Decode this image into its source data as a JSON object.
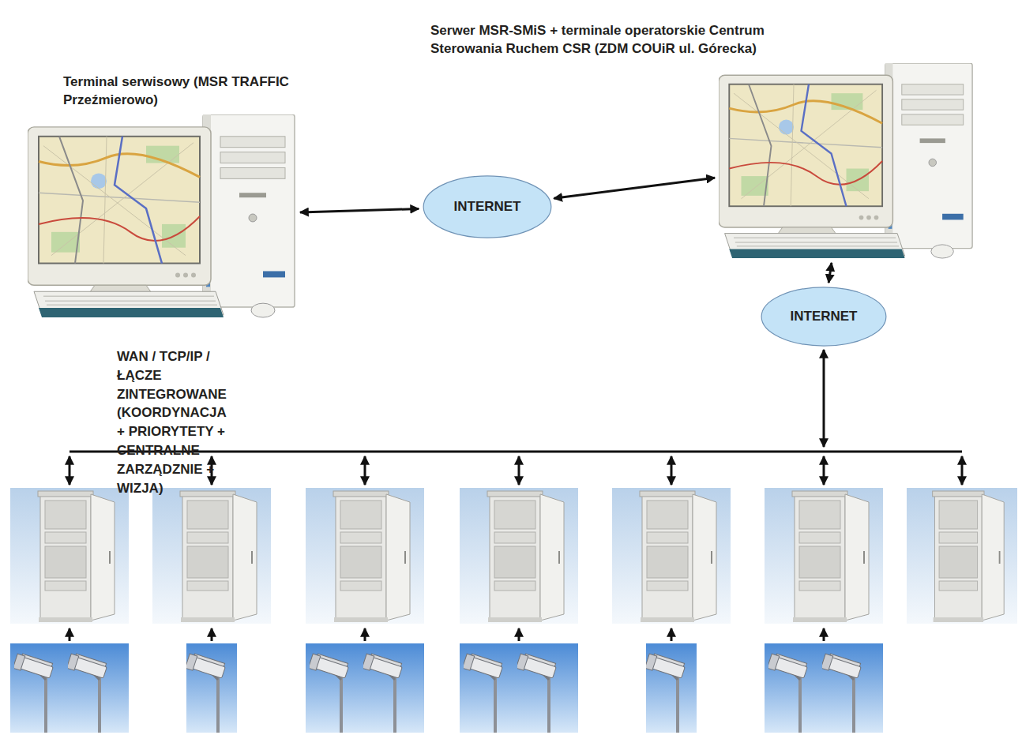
{
  "diagram": {
    "nodes": [
      {
        "text": [
          "Serwer MSR-SMiS + terminale operatorskie Centrum Sterowania Ruchem CSR (ZDM COUiR ul. Górecka)"
        ]
      },
      {
        "text": [
          "Terminal serwisowy (MSR TRAFFIC Przeźmierowo)"
        ]
      },
      {
        "text": [
          "INTERNET"
        ]
      },
      {
        "text": [
          "INTERNET"
        ]
      }
    ],
    "edges": [
      {
        "from": 1,
        "to": 2,
        "arrow": "both"
      },
      {
        "from": 2,
        "to": 0,
        "arrow": "both"
      },
      {
        "from": 0,
        "to": 3,
        "arrow": "both"
      }
    ],
    "labels": [
      "WAN / TCP/IP / ŁĄCZE ZINTEGROWANE (KOORDYNACJA + PRIORYTETY + CENTRALNE ZARZĄDZNIE + WIZJA)"
    ]
  }
}
